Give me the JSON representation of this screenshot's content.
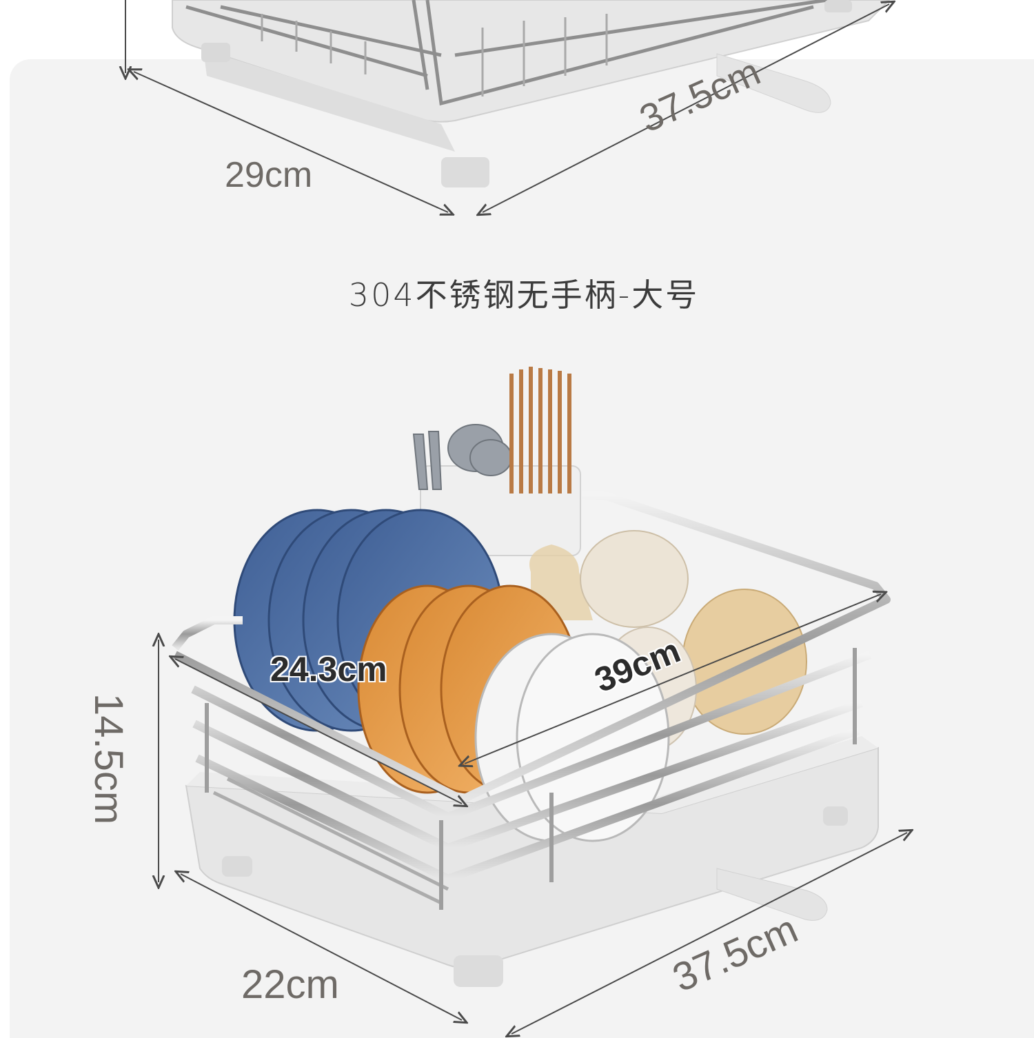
{
  "title": "304不锈钢无手柄-大号",
  "top_rack": {
    "depth_label": "29cm",
    "length_label": "37.5cm"
  },
  "bottom_rack": {
    "height_label": "14.5cm",
    "plate_label": "24.3cm",
    "inner_length_label": "39cm",
    "depth_label": "22cm",
    "length_label": "37.5cm"
  }
}
